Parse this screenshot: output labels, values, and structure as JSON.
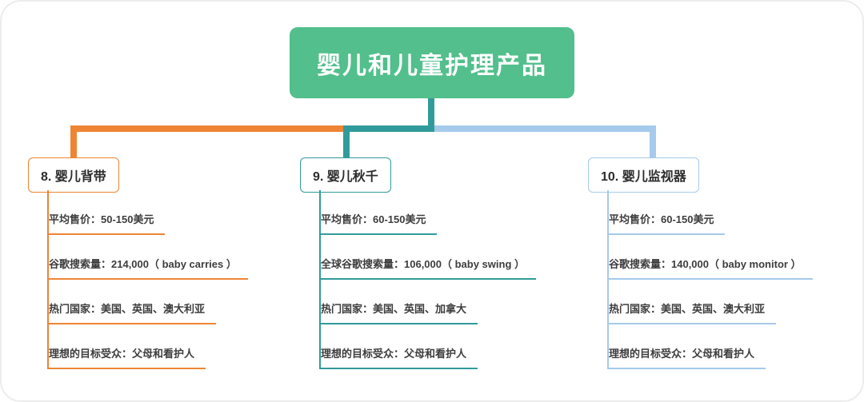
{
  "root": {
    "label": "婴儿和儿童护理产品"
  },
  "branches": [
    {
      "id": "baby-carrier",
      "title": "8. 婴儿背带",
      "color": "#EE8434",
      "items": [
        "平均售价：50-150美元",
        "谷歌搜索量：214,000（ baby carries ）",
        "热门国家：美国、英国、澳大利亚",
        "理想的目标受众：父母和看护人"
      ]
    },
    {
      "id": "baby-swing",
      "title": "9. 婴儿秋千",
      "color": "#319B9B",
      "items": [
        "平均售价：60-150美元",
        "全球谷歌搜索量：106,000（ baby swing ）",
        "热门国家：美国、英国、加拿大",
        "理想的目标受众：父母和看护人"
      ]
    },
    {
      "id": "baby-monitor",
      "title": "10. 婴儿监视器",
      "color": "#A6CAEB",
      "items": [
        "平均售价：60-150美元",
        "谷歌搜索量：140,000（ baby monitor ）",
        "热门国家：美国、英国、澳大利亚",
        "理想的目标受众：父母和看护人"
      ]
    }
  ],
  "colors": {
    "root_bg": "#52BF8C",
    "root_text": "#FFFFFF",
    "leaf_text": "#3D3D3D",
    "canvas_border": "#ECECEC"
  }
}
